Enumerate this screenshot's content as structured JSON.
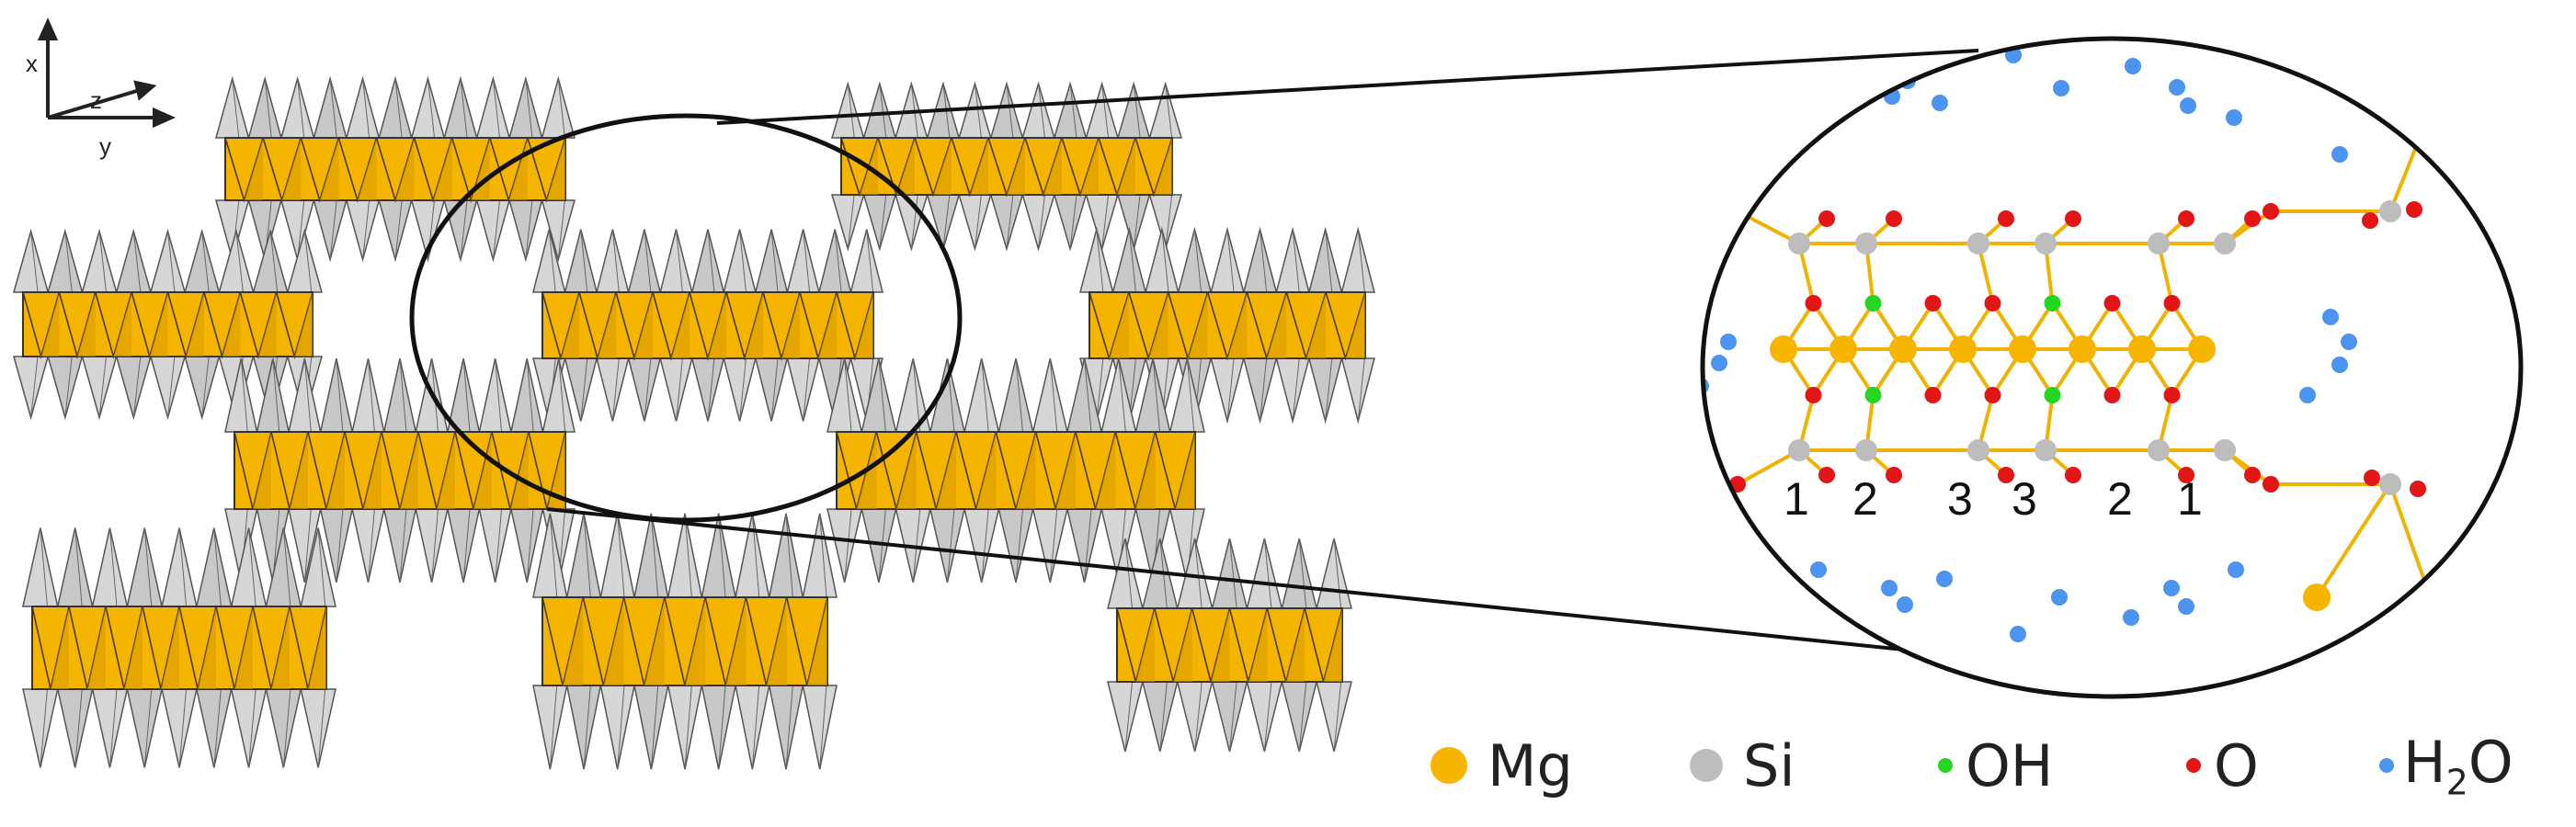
{
  "axes": {
    "x": "x",
    "y": "y",
    "z": "z"
  },
  "site_labels": [
    "1",
    "2",
    "3",
    "3",
    "2",
    "1"
  ],
  "legend": [
    {
      "key": "mg",
      "label": "Mg",
      "color": "#f7b500"
    },
    {
      "key": "si",
      "label": "Si",
      "color": "#bdbdbd"
    },
    {
      "key": "oh",
      "label": "OH",
      "color": "#22d622"
    },
    {
      "key": "o",
      "label": "O",
      "color": "#e21616"
    },
    {
      "key": "h2o",
      "label": "H",
      "sub": "2",
      "label_tail": "O",
      "color": "#4d94f0"
    }
  ],
  "colors": {
    "octahedra": "#f5b400",
    "octahedra_dark": "#d89a00",
    "tetrahedra": "#c8c8c8",
    "tetrahedra_dark": "#8e8e8e",
    "bond": "#f0b400",
    "outline": "#111111"
  }
}
